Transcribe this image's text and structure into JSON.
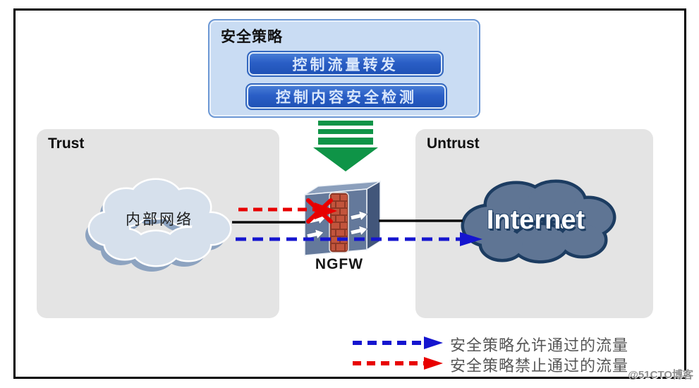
{
  "policy_panel": {
    "title": "安全策略",
    "buttons": [
      {
        "label": "控制流量转发"
      },
      {
        "label": "控制内容安全检测"
      }
    ]
  },
  "zones": {
    "trust": {
      "label": "Trust",
      "cloud_label": "内部网络"
    },
    "untrust": {
      "label": "Untrust",
      "cloud_label": "Internet"
    }
  },
  "firewall": {
    "label": "NGFW"
  },
  "legend": {
    "items": [
      {
        "color": "#1515cf",
        "label": "安全策略允许通过的流量"
      },
      {
        "color": "#e80000",
        "label": "安全策略禁止通过的流量"
      }
    ]
  },
  "watermark": "@51CTO博客",
  "colors": {
    "allowed_traffic": "#1515cf",
    "blocked_traffic": "#e80000",
    "physical_link": "#0d0d0d",
    "policy_panel_bg": "#c9dcf3",
    "policy_button_bg": "#2a5ec6",
    "policy_arrow_green": "#0f9447",
    "zone_bg": "#e4e4e4",
    "internal_cloud": "#d6e0ec",
    "internet_cloud": "#5f7594",
    "internet_cloud_border": "#1c3c61",
    "firewall_front": "#64799b",
    "brick_wall": "#c2543c"
  }
}
